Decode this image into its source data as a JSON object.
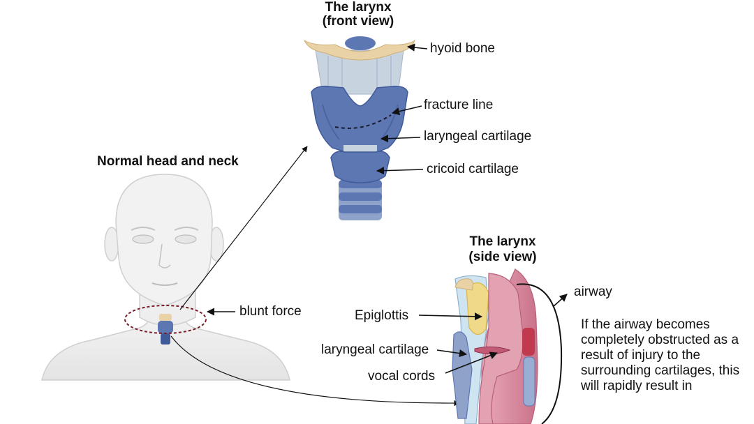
{
  "front_view": {
    "title_line1": "The larynx",
    "title_line2": "(front view)",
    "labels": {
      "hyoid": "hyoid bone",
      "fracture": "fracture line",
      "laryngeal": "laryngeal cartilage",
      "cricoid": "cricoid cartilage"
    }
  },
  "head": {
    "title": "Normal head and neck",
    "force_label": "blunt force"
  },
  "side_view": {
    "title_line1": "The larynx",
    "title_line2": "(side view)",
    "labels": {
      "epiglottis": "Epiglottis",
      "laryngeal": "laryngeal cartilage",
      "vocal": "vocal cords",
      "airway": "airway"
    },
    "note": "If the airway becomes completely obstructed  as a result of injury to the surrounding cartilages, this will rapidly result in"
  },
  "colors": {
    "cartilage_blue": "#5d77b3",
    "cartilage_dark": "#3f5a98",
    "bone": "#e9d3a6",
    "membrane": "#c8d3e0",
    "tissue_pink": "#d9899c",
    "skin": "#f1f1f1"
  }
}
